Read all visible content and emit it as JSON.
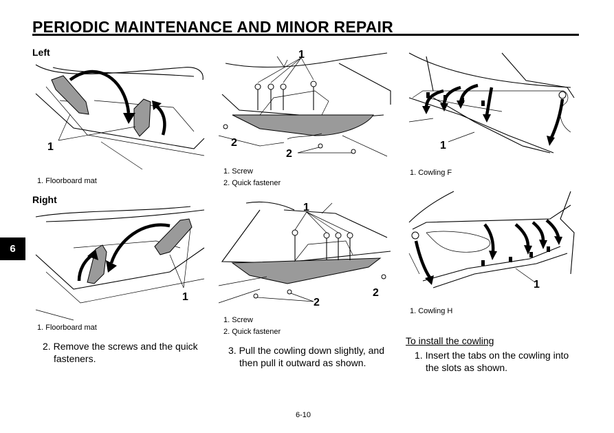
{
  "page": {
    "title": "PERIODIC MAINTENANCE AND MINOR REPAIR",
    "chapter_tab": "6",
    "page_number": "6-10"
  },
  "col1": {
    "left_heading": "Left",
    "left_caption": "1. Floorboard mat",
    "left_callout": "1",
    "right_heading": "Right",
    "right_caption": "1. Floorboard mat",
    "right_callout": "1",
    "step": "2. Remove the screws and the quick fasteners.",
    "step_num": "2.",
    "step_text_line1": "Remove the screws and the quick",
    "step_text_line2": "fasteners."
  },
  "col2": {
    "top_callout_1": "1",
    "top_callout_2a": "2",
    "top_callout_2b": "2",
    "top_caption_1": "1. Screw",
    "top_caption_2": "2. Quick fastener",
    "bottom_callout_1": "1",
    "bottom_callout_2a": "2",
    "bottom_callout_2b": "2",
    "bottom_caption_1": "1. Screw",
    "bottom_caption_2": "2. Quick fastener",
    "step_num": "3.",
    "step_text_line1": "Pull the cowling down slightly, and",
    "step_text_line2": "then pull it outward as shown."
  },
  "col3": {
    "top_callout": "1",
    "top_caption": "1. Cowling F",
    "bottom_callout": "1",
    "bottom_caption": "1. Cowling H",
    "install_heading": "To install the cowling",
    "step_num": "1.",
    "step_text_line1": "Insert the tabs on the cowling into",
    "step_text_line2": "the slots as shown."
  }
}
